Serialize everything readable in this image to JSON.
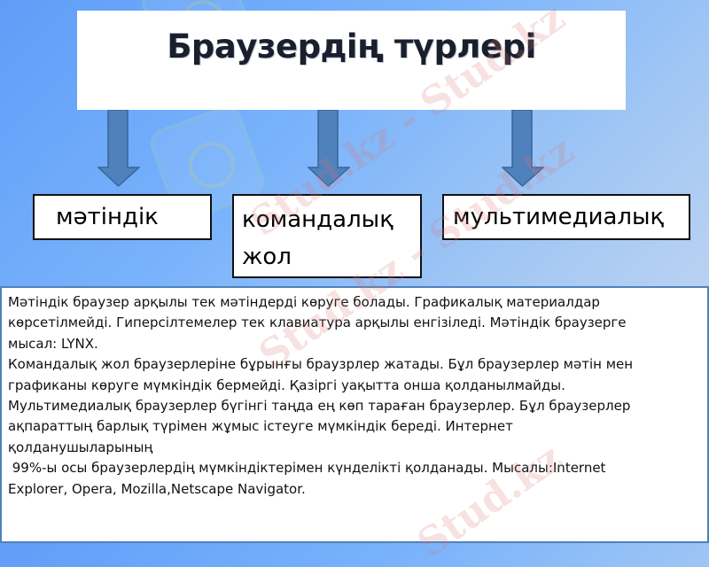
{
  "title": "Браузердің түрлері",
  "categories": [
    {
      "label_lines": [
        "мәтіндік"
      ]
    },
    {
      "label_lines": [
        "командалық",
        "жол"
      ]
    },
    {
      "label_lines": [
        "мультимедиалық"
      ]
    }
  ],
  "description": {
    "lines": [
      "Мәтіндік браузер арқылы тек мәтіндерді көруге болады. Графикалық материалдар",
      "көрсетілмейді. Гиперсілтемелер тек клавиатура арқылы енгізіледі. Мәтіндік браузерге",
      "мысал: LYNX.",
      "Командалық жол браузерлеріне бұрынғы браузрлер жатады. Бұл браузерлер мәтін мен",
      "графиканы көруге мүмкіндік бермейді. Қазіргі уақытта онша қолданылмайды.",
      "Мультимедиалық браузерлер бүгінгі таңда ең көп тараған браузерлер. Бұл браузерлер",
      "ақпараттың барлық түрімен жұмыс істеуге мүмкіндік береді. Интернет",
      "қолданушыларының",
      " 99%-ы осы браузерлердің мүмкіндіктерімен күнделікті қолданады. Мысалы:Internet",
      "Explorer, Opera, Mozilla,Netscape Navigator."
    ]
  },
  "watermark": {
    "text": "Stud.kz",
    "text_alt": "Stud.kz - Stud.kz"
  },
  "colors": {
    "arrow_fill": "#4f81bd",
    "arrow_stroke": "#3a6595",
    "desc_border": "#4f81bd",
    "bg_start": "#5f9df8",
    "bg_end": "#d2dcf0"
  }
}
